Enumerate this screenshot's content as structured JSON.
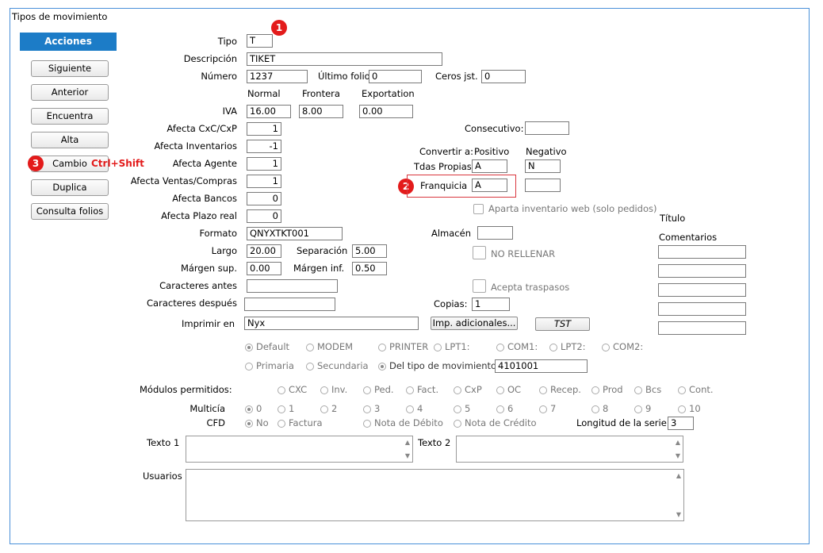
{
  "window_title": "Tipos de movimiento",
  "sidebar": {
    "header": "Acciones",
    "buttons": [
      "Siguiente",
      "Anterior",
      "Encuentra",
      "Alta",
      "Cambio",
      "Duplica",
      "Consulta folios"
    ],
    "shortcut": "Ctrl+Shift"
  },
  "badges": [
    "1",
    "2",
    "3"
  ],
  "form": {
    "tipo": {
      "label": "Tipo",
      "value": "T"
    },
    "descripcion": {
      "label": "Descripción",
      "value": "TIKET"
    },
    "numero": {
      "label": "Número",
      "value": "1237"
    },
    "ultimo_folio": {
      "label": "Último folio",
      "value": "0"
    },
    "ceros": {
      "label": "Ceros jst.",
      "value": "0"
    },
    "col_headers": [
      "Normal",
      "Frontera",
      "Exportation"
    ],
    "iva": {
      "label": "IVA",
      "normal": "16.00",
      "frontera": "8.00",
      "exportacion": "0.00"
    },
    "afecta_cxc": {
      "label": "Afecta CxC/CxP",
      "value": "1"
    },
    "afecta_inv": {
      "label": "Afecta Inventarios",
      "value": "-1"
    },
    "afecta_agente": {
      "label": "Afecta Agente",
      "value": "1"
    },
    "afecta_ventas": {
      "label": "Afecta Ventas/Compras",
      "value": "1"
    },
    "afecta_bancos": {
      "label": "Afecta Bancos",
      "value": "0"
    },
    "afecta_plazo": {
      "label": "Afecta Plazo real",
      "value": "0"
    },
    "formato": {
      "label": "Formato",
      "value": "QNYXTKT001"
    },
    "largo": {
      "label": "Largo",
      "value": "20.00"
    },
    "separacion": {
      "label": "Separación",
      "value": "5.00"
    },
    "margen_sup": {
      "label": "Márgen sup.",
      "value": "0.00"
    },
    "margen_inf": {
      "label": "Márgen inf.",
      "value": "0.50"
    },
    "car_antes": {
      "label": "Caracteres antes",
      "value": ""
    },
    "car_despues": {
      "label": "Caracteres después",
      "value": ""
    },
    "imprimir": {
      "label": "Imprimir en",
      "value": "Nyx"
    },
    "imp_adicionales": "Imp. adicionales...",
    "tst": "TST",
    "consecutivo": {
      "label": "Consecutivo:",
      "value": ""
    },
    "convertir": {
      "label": "Convertir a:",
      "positivo": "Positivo",
      "negativo": "Negativo"
    },
    "tdas": {
      "label": "Tdas Propias",
      "pos": "A",
      "neg": "N"
    },
    "franquicia": {
      "label": "Franquicia",
      "pos": "A",
      "neg": ""
    },
    "aparta": "Aparta inventario web (solo pedidos)",
    "almacen": {
      "label": "Almacén",
      "value": ""
    },
    "no_rellenar": "NO RELLENAR",
    "acepta": "Acepta traspasos",
    "copias": {
      "label": "Copias:",
      "value": "1"
    },
    "titulo": "Título",
    "comentarios": "Comentarios",
    "ports": [
      "Default",
      "MODEM",
      "PRINTER",
      "LPT1:",
      "COM1:",
      "LPT2:",
      "COM2:"
    ],
    "printer_src": [
      "Primaria",
      "Secundaria",
      "Del tipo de movimiento"
    ],
    "printer_src_value": "4101001",
    "modulos": {
      "label": "Módulos permitidos:",
      "items": [
        "CXC",
        "Inv.",
        "Ped.",
        "Fact.",
        "CxP",
        "OC",
        "Recep.",
        "Prod",
        "Bcs",
        "Cont."
      ]
    },
    "multicia": {
      "label": "Multicía",
      "items": [
        "0",
        "1",
        "2",
        "3",
        "4",
        "5",
        "6",
        "7",
        "8",
        "9",
        "10"
      ]
    },
    "cfd": {
      "label": "CFD",
      "items": [
        "No",
        "Factura",
        "Nota de Débito",
        "Nota de Crédito"
      ]
    },
    "longitud": {
      "label": "Longitud de la serie",
      "value": "3"
    },
    "texto1": "Texto 1",
    "texto2": "Texto 2",
    "usuarios": "Usuarios"
  }
}
